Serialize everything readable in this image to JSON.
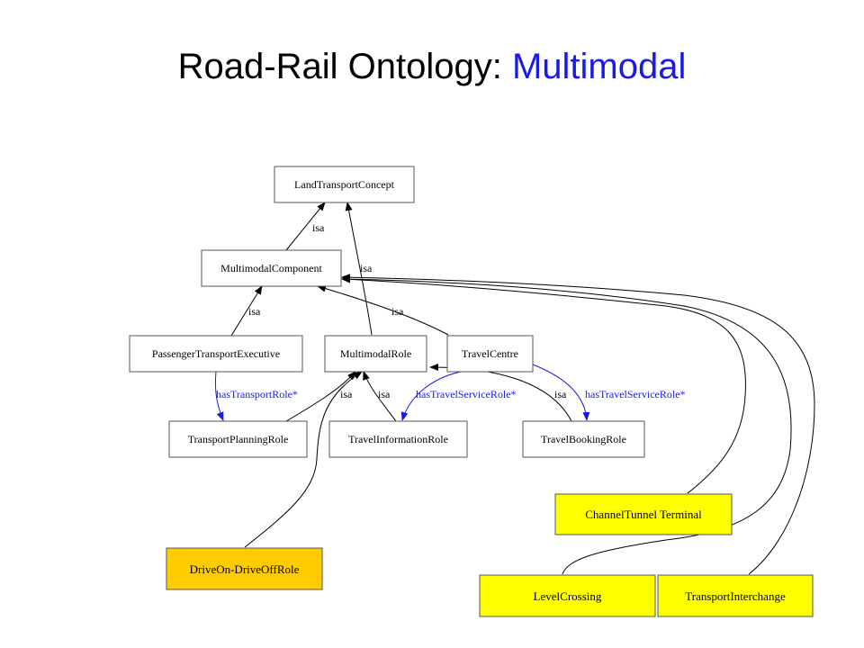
{
  "title": {
    "main": "Road-Rail Ontology: ",
    "accent": "Multimodal"
  },
  "colors": {
    "highlight_yellow": "#ffff00",
    "highlight_orange": "#ffcc00",
    "relation_blue": "#1a1ae6"
  },
  "nodes": {
    "land_transport_concept": "LandTransportConcept",
    "multimodal_component": "MultimodalComponent",
    "passenger_transport_executive": "PassengerTransportExecutive",
    "multimodal_role": "MultimodalRole",
    "travel_centre": "TravelCentre",
    "transport_planning_role": "TransportPlanningRole",
    "travel_information_role": "TravelInformationRole",
    "travel_booking_role": "TravelBookingRole",
    "channel_tunnel_terminal": "ChannelTunnel Terminal",
    "drive_on_drive_off_role": "DriveOn-DriveOffRole",
    "level_crossing": "LevelCrossing",
    "transport_interchange": "TransportInterchange"
  },
  "edge_labels": {
    "isa_component_to_concept": "isa",
    "isa_role_to_concept": "isa",
    "isa_pte_to_component": "isa",
    "isa_centre_to_component": "isa",
    "has_transport_role": "hasTransportRole*",
    "isa_planning_to_role": "isa",
    "isa_information_to_role": "isa",
    "has_travel_service_role_info": "hasTravelServiceRole*",
    "isa_booking_to_role": "isa",
    "has_travel_service_role_booking": "hasTravelServiceRole*"
  }
}
